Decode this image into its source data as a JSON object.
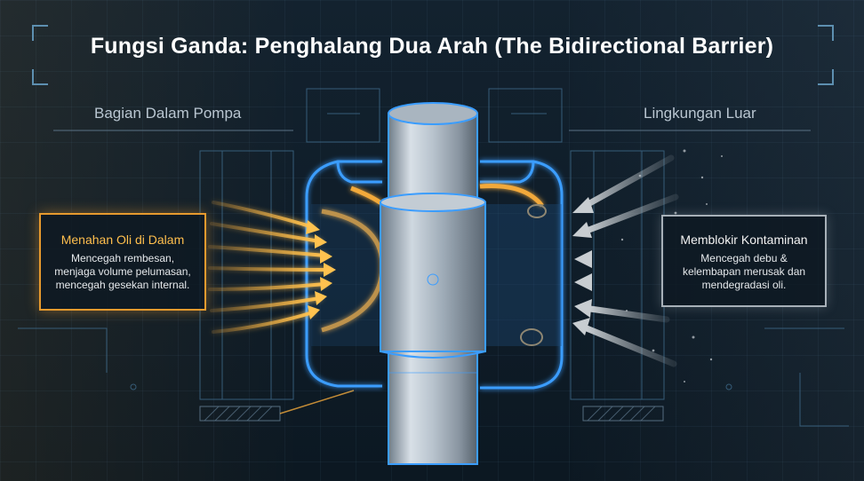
{
  "title": "Fungsi Ganda: Penghalang Dua Arah (The Bidirectional Barrier)",
  "labels": {
    "inner": "Bagian Dalam Pompa",
    "outer": "Lingkungan Luar"
  },
  "callouts": {
    "left": {
      "heading": "Menahan Oli di Dalam",
      "lines": [
        "Mencegah rembesan,",
        "menjaga volume pelumasan,",
        "mencegah gesekan internal."
      ]
    },
    "right": {
      "heading": "Memblokir Kontaminan",
      "lines": [
        "Mencegah debu &",
        "kelembapan merusak dan",
        "mendegradasi oli."
      ]
    }
  },
  "colors": {
    "oil": "#f2a93b",
    "contaminant": "#9aa2a8",
    "seal_blue": "#3b9dff",
    "shaft": "#b9c4cf"
  },
  "icons": {
    "oil_arrows": "oil-flow-arrow",
    "dust_arrows": "contaminant-arrow"
  }
}
